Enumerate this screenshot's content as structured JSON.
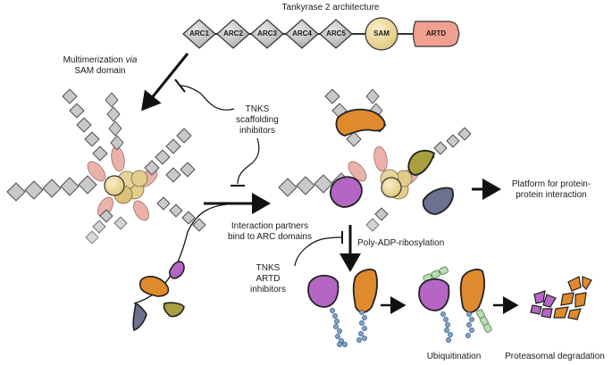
{
  "title": "Tankyrase 2 architecture",
  "domains": {
    "arc1": "ARC1",
    "arc2": "ARC2",
    "arc3": "ARC3",
    "arc4": "ARC4",
    "arc5": "ARC5",
    "sam": "SAM",
    "artd": "ARTD"
  },
  "labels": {
    "multimerization_line1": "Multimerization ",
    "multimerization_via": "via",
    "multimerization_line2": "SAM domain",
    "scaffold_line1": "TNKS",
    "scaffold_line2": "scaffolding",
    "scaffold_line3": "inhibitors",
    "platform_line1": "Platform for protein-",
    "platform_line2": "protein interaction",
    "partners_line1": "Interaction partners",
    "partners_line2": "bind to ARC domains",
    "parylation": "Poly-ADP-ribosylation",
    "artd_inh_line1": "TNKS",
    "artd_inh_line2": "ARTD",
    "artd_inh_line3": "inhibitors",
    "ubiquitination": "Ubiquitination",
    "degradation": "Proteasomal degradation"
  },
  "colors": {
    "arc": "#c9c9cc",
    "arc_dark": "#9a9aa0",
    "sam": "#f2dc9a",
    "artd": "#f1a090",
    "orange": "#e08a2e",
    "purple": "#b566c4",
    "olive": "#a8a040",
    "slate": "#6b7290",
    "pad_blue": "#7fa2cc",
    "ub_green": "#b8dcb4"
  }
}
